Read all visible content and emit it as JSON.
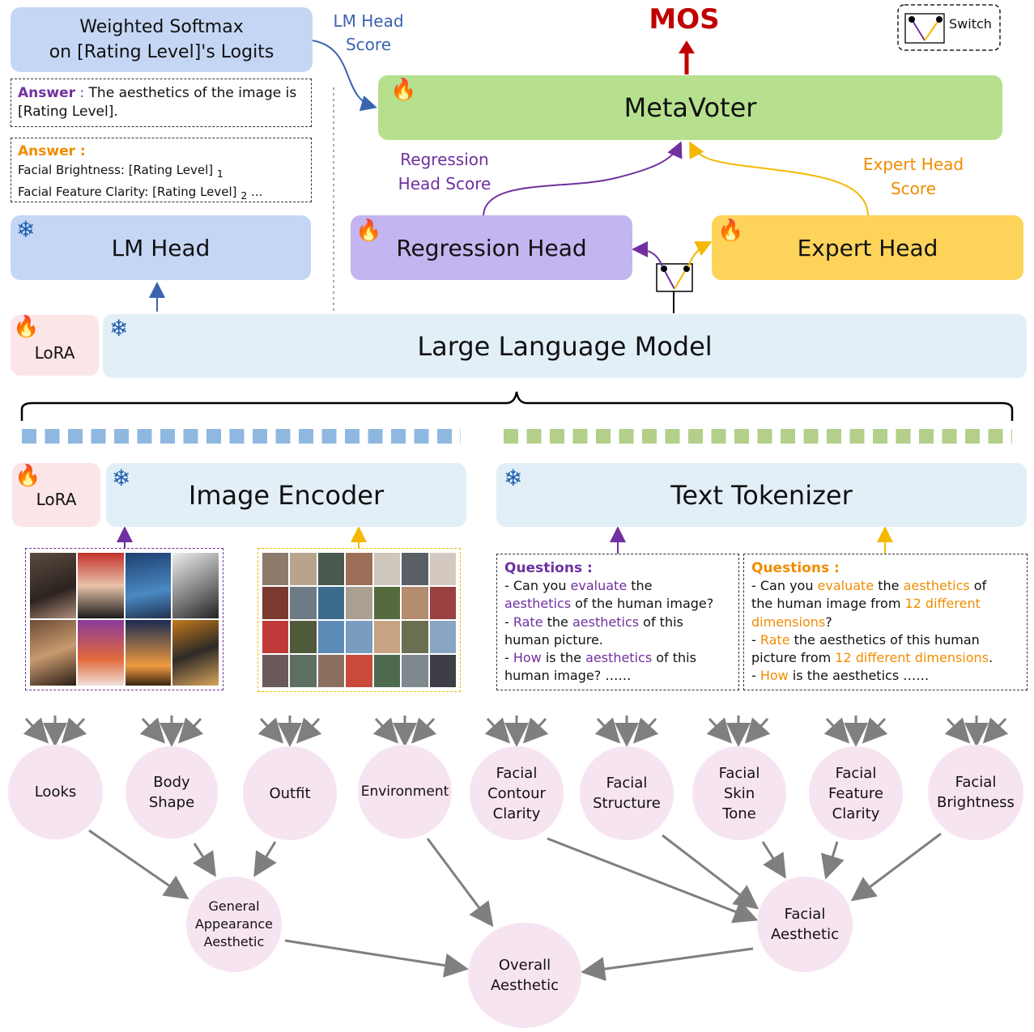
{
  "softmax": {
    "line1": "Weighted Softmax",
    "line2": "on [Rating Level]'s Logits"
  },
  "lm_head_score": {
    "line1": "LM Head",
    "line2": "Score"
  },
  "mos_label": "MOS",
  "switch_label": "Switch",
  "metavoter_label": "MetaVoter",
  "answer1": {
    "prefix": "Answer",
    "colon": " : ",
    "text": "The aesthetics of the image is [Rating Level]."
  },
  "answer2": {
    "prefix": "Answer :",
    "line1": "Facial Brightness: [Rating Level]",
    "sub1": "1",
    "line2": "Facial Feature Clarity: [Rating Level]",
    "sub2": "2",
    "ellipsis": "..."
  },
  "regression_score": {
    "line1": "Regression",
    "line2": "Head Score"
  },
  "expert_score": {
    "line1": "Expert Head",
    "line2": "Score"
  },
  "lm_head_label": "LM Head",
  "regression_head_label": "Regression Head",
  "expert_head_label": "Expert Head",
  "lora_label": "LoRA",
  "llm_label": "Large Language Model",
  "image_encoder_label": "Image Encoder",
  "text_tokenizer_label": "Text Tokenizer",
  "questions_left": {
    "title": "Questions :",
    "l1a": "- Can you ",
    "l1b": "evaluate",
    "l1c": " the",
    "l2a": "aesthetics",
    "l2b": " of the human image?",
    "l3a": "- ",
    "l3b": "Rate",
    "l3c": " the ",
    "l3d": "aesthetics",
    "l3e": " of this",
    "l4": "human picture.",
    "l5a": "- ",
    "l5b": "How",
    "l5c": " is the ",
    "l5d": "aesthetics",
    "l5e": " of this",
    "l6": "human image? ……"
  },
  "questions_right": {
    "title": "Questions :",
    "l1a": "- Can you ",
    "l1b": "evaluate",
    "l1c": " the ",
    "l1d": "aesthetics",
    "l1e": " of",
    "l2a": "the human image from ",
    "l2b": "12 different",
    "l3a": "dimensions",
    "l3b": "?",
    "l4a": "- ",
    "l4b": "Rate",
    "l4c": " the aesthetics of this human",
    "l5a": "picture from ",
    "l5b": "12 different dimensions",
    "l5c": ".",
    "l6a": "- ",
    "l6b": "How",
    "l6c": " is the aesthetics ……"
  },
  "dimensions": [
    "Looks",
    "Body\nShape",
    "Outfit",
    "Environment",
    "Facial\nContour\nClarity",
    "Facial\nStructure",
    "Facial\nSkin\nTone",
    "Facial\nFeature\nClarity",
    "Facial\nBrightness"
  ],
  "general_appearance": "General\nAppearance\nAesthetic",
  "facial_aesthetic": "Facial\nAesthetic",
  "overall_aesthetic": "Overall\nAesthetic",
  "colors": {
    "lm_head_box": "#c5d6f5",
    "regression_box": "#c3b5ef",
    "expert_box": "#fdd35a",
    "metavoter_box": "#b6e08e",
    "llm_box": "#e2eff7",
    "lora_box": "#fbe5e6",
    "circle_fill": "#f7e4f1",
    "mos_red": "#c00000",
    "purple": "#7030a0",
    "orange": "#f08c00",
    "blue_token": "#8fb8e0",
    "green_token": "#b3cf8a"
  },
  "icons": {
    "trainable": "fire-icon",
    "frozen": "snowflake-icon",
    "switch": "switch-icon"
  }
}
